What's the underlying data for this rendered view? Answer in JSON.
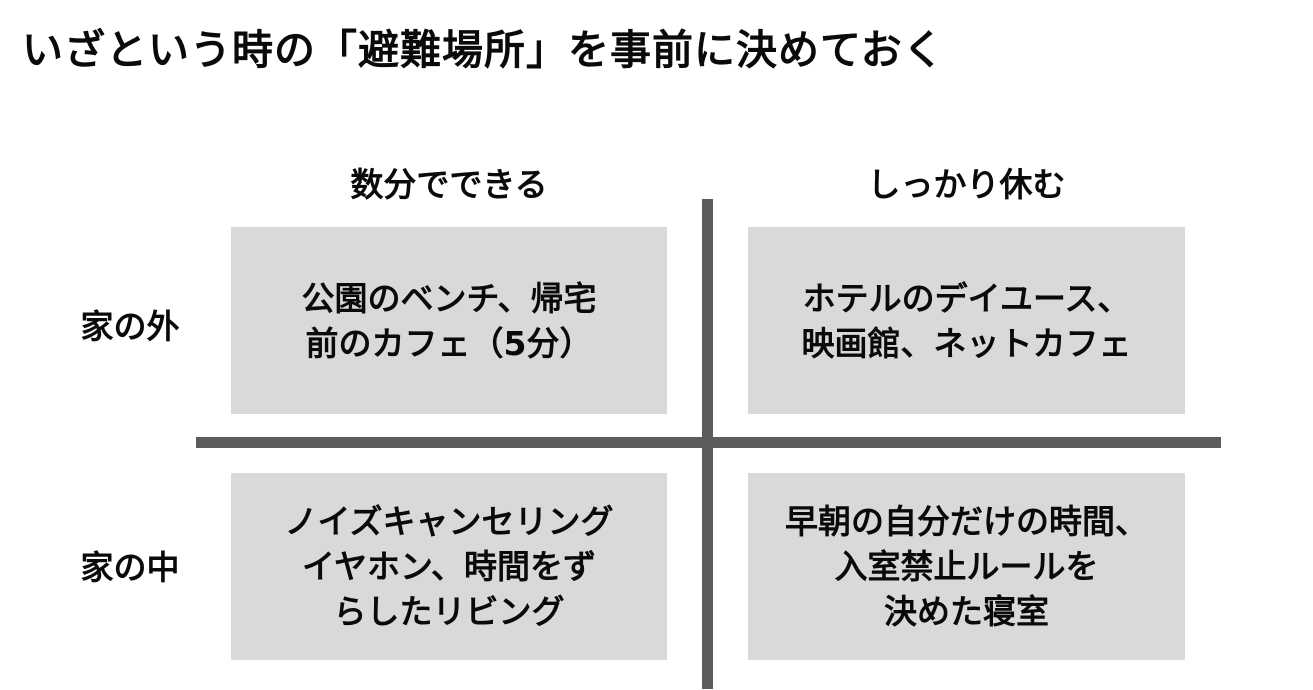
{
  "title": "いざという時の「避難場所」を事前に決めておく",
  "columns": [
    {
      "label": "数分でできる"
    },
    {
      "label": "しっかり休む"
    }
  ],
  "rows": [
    {
      "label": "家の外"
    },
    {
      "label": "家の中"
    }
  ],
  "cells": {
    "outside_quick": "公園のベンチ、帰宅\n前のカフェ（5分）",
    "outside_rest": "ホテルのデイユース、\n映画館、ネットカフェ",
    "inside_quick": "ノイズキャンセリング\nイヤホン、時間をず\nらしたリビング",
    "inside_rest": "早朝の自分だけの時間、\n入室禁止ルールを\n決めた寝室"
  },
  "colors": {
    "background": "#ffffff",
    "cell_fill": "#d9d9d9",
    "divider": "#5c5c5c",
    "text": "#0a0a0a"
  }
}
